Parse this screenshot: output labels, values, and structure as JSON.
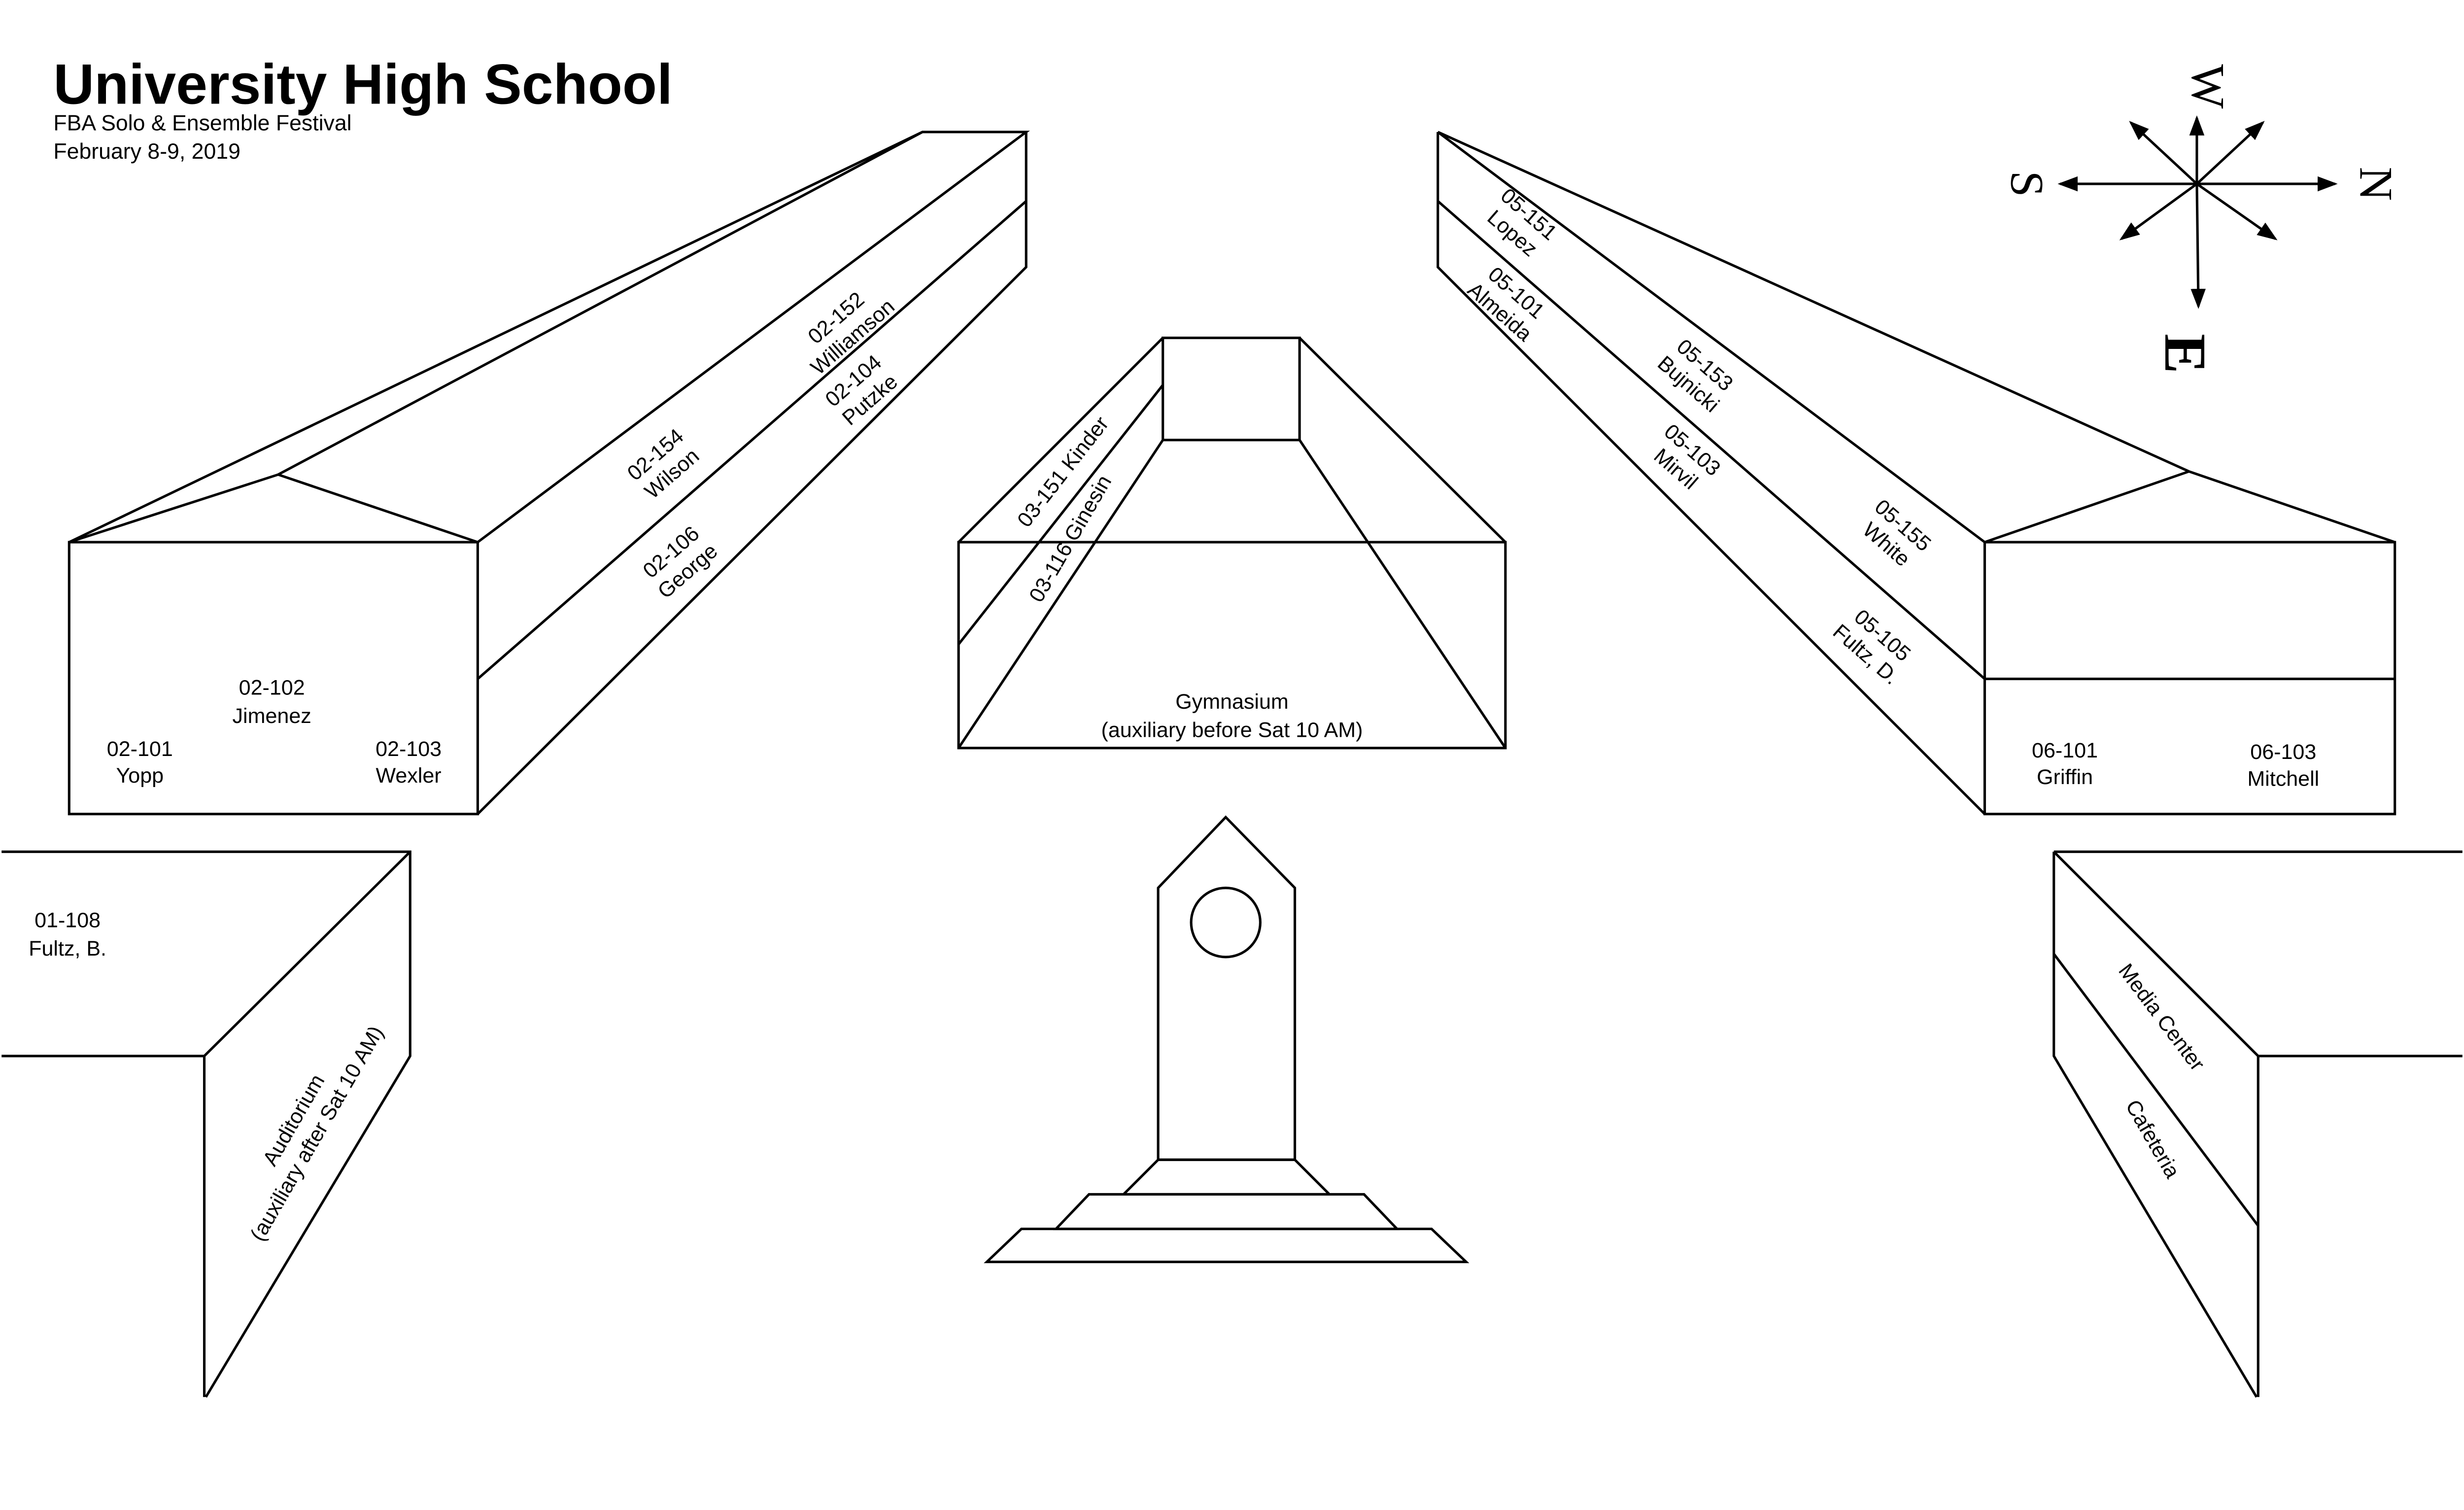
{
  "header": {
    "title": "University High School",
    "subtitle": "FBA Solo & Ensemble Festival",
    "dates": "February 8-9, 2019"
  },
  "compass": {
    "w": "W",
    "s": "S",
    "n": "N",
    "e": "E"
  },
  "building02": {
    "front": [
      {
        "room": "02-101",
        "name": "Yopp"
      },
      {
        "room": "02-102",
        "name": "Jimenez"
      },
      {
        "room": "02-103",
        "name": "Wexler"
      }
    ],
    "upper": [
      {
        "room": "02-154",
        "name": "Wilson"
      },
      {
        "room": "02-152",
        "name": "Williamson"
      }
    ],
    "lower": [
      {
        "room": "02-106",
        "name": "George"
      },
      {
        "room": "02-104",
        "name": "Putzke"
      }
    ]
  },
  "gym": {
    "upper": "03-151 Kinder",
    "lower": "03-116 Ginesin",
    "name": "Gymnasium",
    "note": "(auxiliary before Sat 10 AM)"
  },
  "building05": {
    "upper": [
      {
        "room": "05-151",
        "name": "Lopez"
      },
      {
        "room": "05-153",
        "name": "Bujnicki"
      },
      {
        "room": "05-155",
        "name": "White"
      }
    ],
    "lower": [
      {
        "room": "05-101",
        "name": "Almeida"
      },
      {
        "room": "05-103",
        "name": "Mirvil"
      },
      {
        "room": "05-105",
        "name": "Fultz, D."
      }
    ],
    "front": [
      {
        "room": "06-101",
        "name": "Griffin"
      },
      {
        "room": "06-103",
        "name": "Mitchell"
      }
    ]
  },
  "building01": {
    "room": "01-108",
    "name": "Fultz, B.",
    "auditorium": "Auditorium",
    "aud_note": "(auxiliary after Sat 10 AM)"
  },
  "building_media": {
    "upper": "Media Center",
    "lower": "Cafeteria"
  }
}
